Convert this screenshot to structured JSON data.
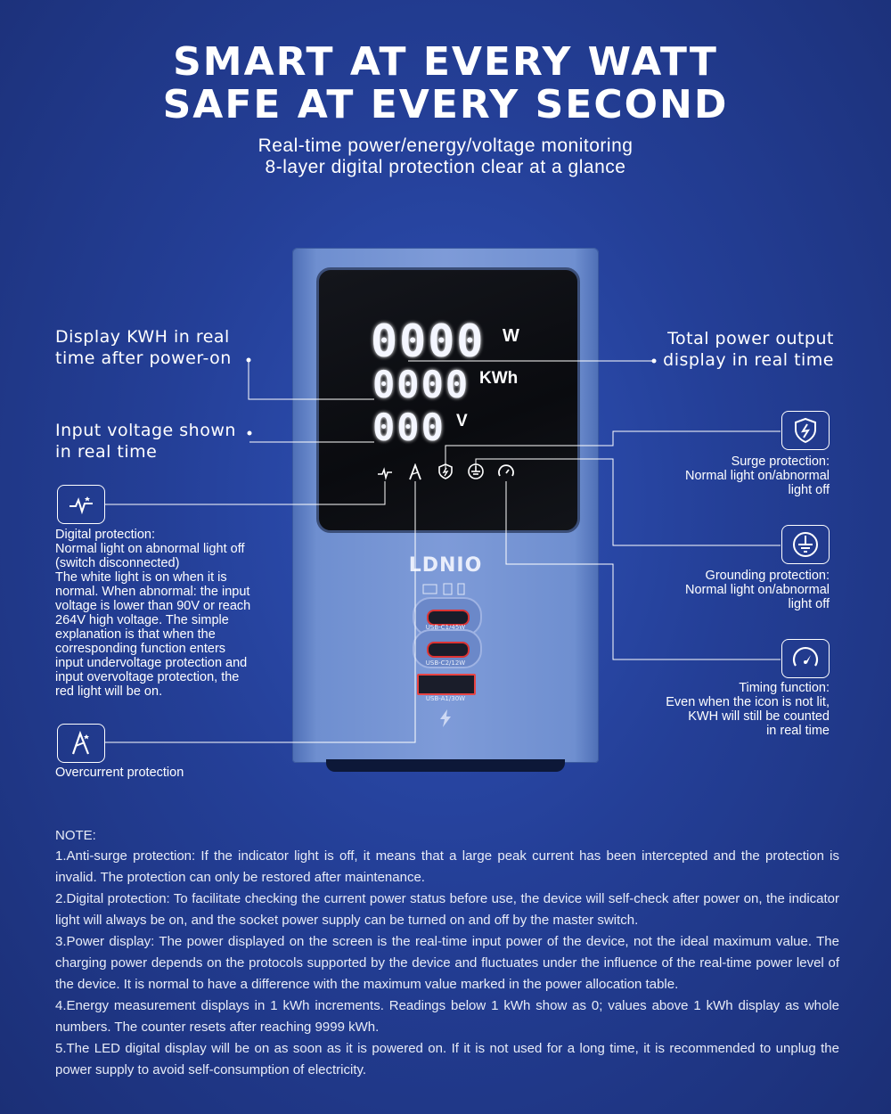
{
  "header": {
    "title_line1": "SMART AT EVERY WATT",
    "title_line2": "SAFE AT EVERY SECOND",
    "subtitle_line1": "Real-time power/energy/voltage monitoring",
    "subtitle_line2": "8-layer digital protection clear at a glance"
  },
  "device": {
    "display_power": "0000",
    "display_power_unit": "W",
    "display_energy": "0000",
    "display_energy_unit": "KWh",
    "display_voltage": "000",
    "display_voltage_unit": "V",
    "brand": "LDNIO",
    "ports": [
      {
        "label": "USB-C1/45W"
      },
      {
        "label": "USB-C2/12W"
      },
      {
        "label": "USB-A1/30W"
      }
    ],
    "indicator_icons": [
      "digital-wave-icon",
      "overcurrent-icon",
      "surge-shield-icon",
      "ground-icon",
      "timer-icon"
    ]
  },
  "callouts": {
    "kwh": {
      "line1": "Display KWH in real",
      "line2": "time after power-on"
    },
    "total_power": {
      "line1": "Total power output",
      "line2": "display in real time"
    },
    "input_voltage": {
      "line1": "Input voltage shown",
      "line2": "in real time"
    },
    "surge": {
      "line1": "Surge protection:",
      "line2": "Normal light on/abnormal",
      "line3": "light off"
    },
    "grounding": {
      "line1": "Grounding protection:",
      "line2": "Normal light on/abnormal",
      "line3": "light off"
    },
    "timing": {
      "line1": "Timing function:",
      "line2": "Even when the icon is not lit,",
      "line3": "KWH will still be counted",
      "line4": "in real time"
    },
    "digital": {
      "lines": [
        "Digital protection:",
        "Normal light on abnormal light off",
        "(switch disconnected)",
        "The white light is on when it is",
        "normal. When abnormal: the input",
        "voltage is lower than 90V or reach",
        "264V high voltage. The simple",
        "explanation is that when the",
        "corresponding function enters",
        "input undervoltage protection and",
        "input overvoltage protection, the",
        "red light will be on."
      ]
    },
    "overcurrent": {
      "line1": "Overcurrent protection"
    }
  },
  "notes": {
    "title": "NOTE:",
    "items": [
      "1.Anti-surge protection: If the indicator light is off, it means that a large peak current has been intercepted and the protection is invalid. The protection can only be restored after maintenance.",
      "2.Digital protection: To facilitate checking the current power status before use, the device will self-check after power on, the indicator light will always be on, and the socket power supply can be turned on and off by the master switch.",
      "3.Power display: The power displayed on the screen is the real-time input power of the device, not the ideal maximum value. The charging power depends on the protocols supported by the device and fluctuates under the influence of the real-time power level of the device. It is normal to have a difference with the maximum value marked in the power allocation table.",
      "4.Energy measurement displays in 1 kWh increments. Readings below 1 kWh show as 0; values above 1 kWh display as whole numbers. The counter resets after reaching 9999 kWh.",
      "5.The LED digital display will be on as soon as it is powered on. If it is not used for a long time, it is recommended to unplug the power supply to avoid self-consumption of electricity."
    ]
  },
  "colors": {
    "background": "#243f97",
    "screen": "#0a0b0f",
    "device_body": "#7e9bd8",
    "port_accent": "#dd3333"
  }
}
